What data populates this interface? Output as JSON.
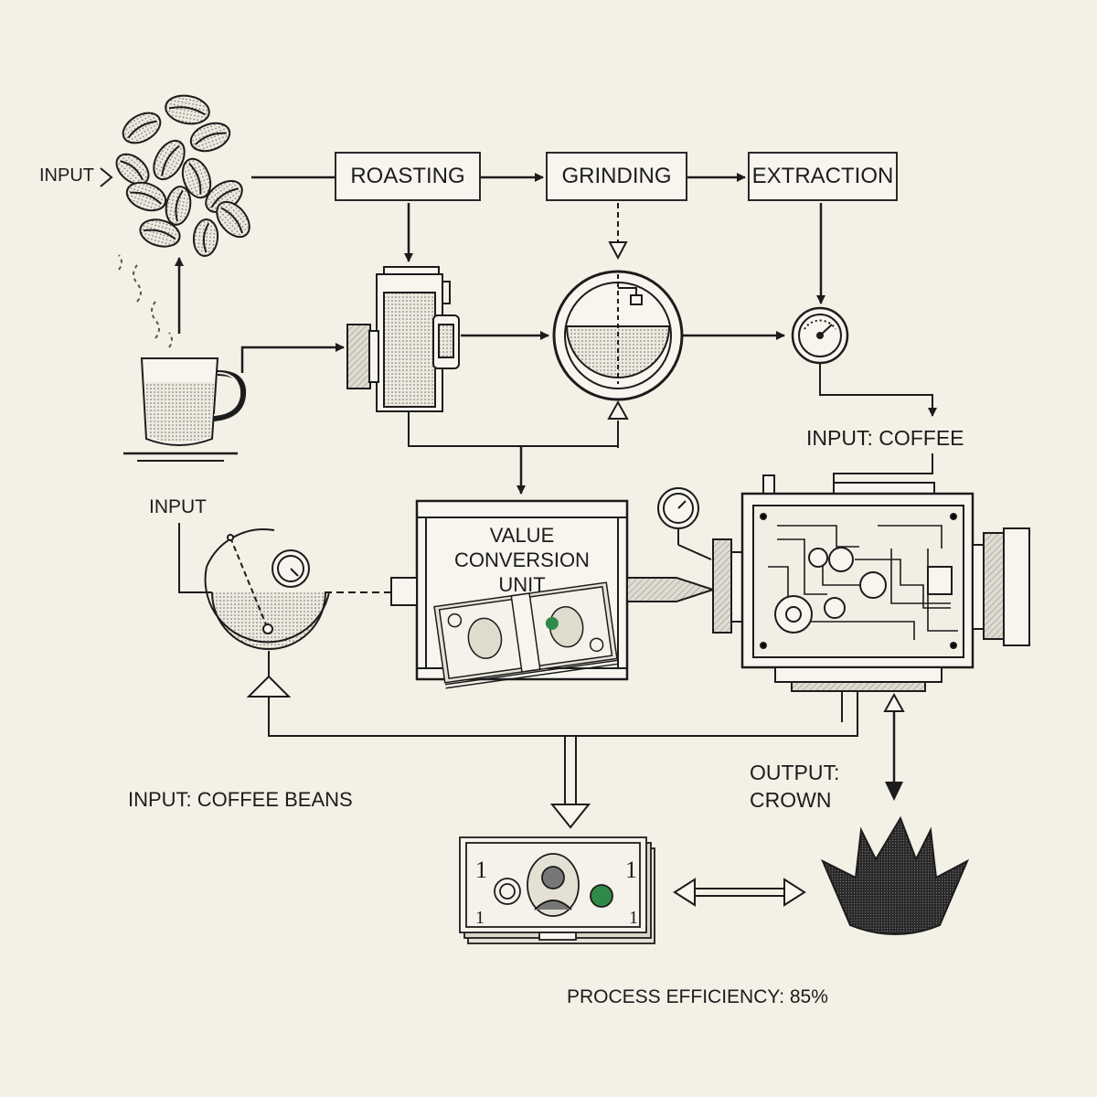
{
  "labels": {
    "input_top": "INPUT",
    "input_left": "INPUT",
    "input_coffee": "INPUT: COFFEE",
    "input_beans": "INPUT: COFFEE BEANS",
    "output_line1": "OUTPUT:",
    "output_line2": "CROWN",
    "efficiency": "PROCESS EFFICIENCY: 85%"
  },
  "stages": {
    "roasting": "ROASTING",
    "grinding": "GRINDING",
    "extraction": "EXTRACTION"
  },
  "conversion_unit": {
    "line1": "VALUE",
    "line2": "CONVERSION",
    "line3": "UNIT"
  },
  "bill": {
    "denomination": "1"
  },
  "colors": {
    "background": "#f3f0e6",
    "ink": "#1c1c1c",
    "bill_green": "#2f8a4a"
  },
  "icons": [
    "coffee-beans-icon",
    "coffee-cup-icon",
    "roaster-machine-icon",
    "grinder-icon",
    "pressure-gauge-icon",
    "scale-icon",
    "cash-stack-icon",
    "engine-machine-icon",
    "crown-icon",
    "steam-icon"
  ]
}
